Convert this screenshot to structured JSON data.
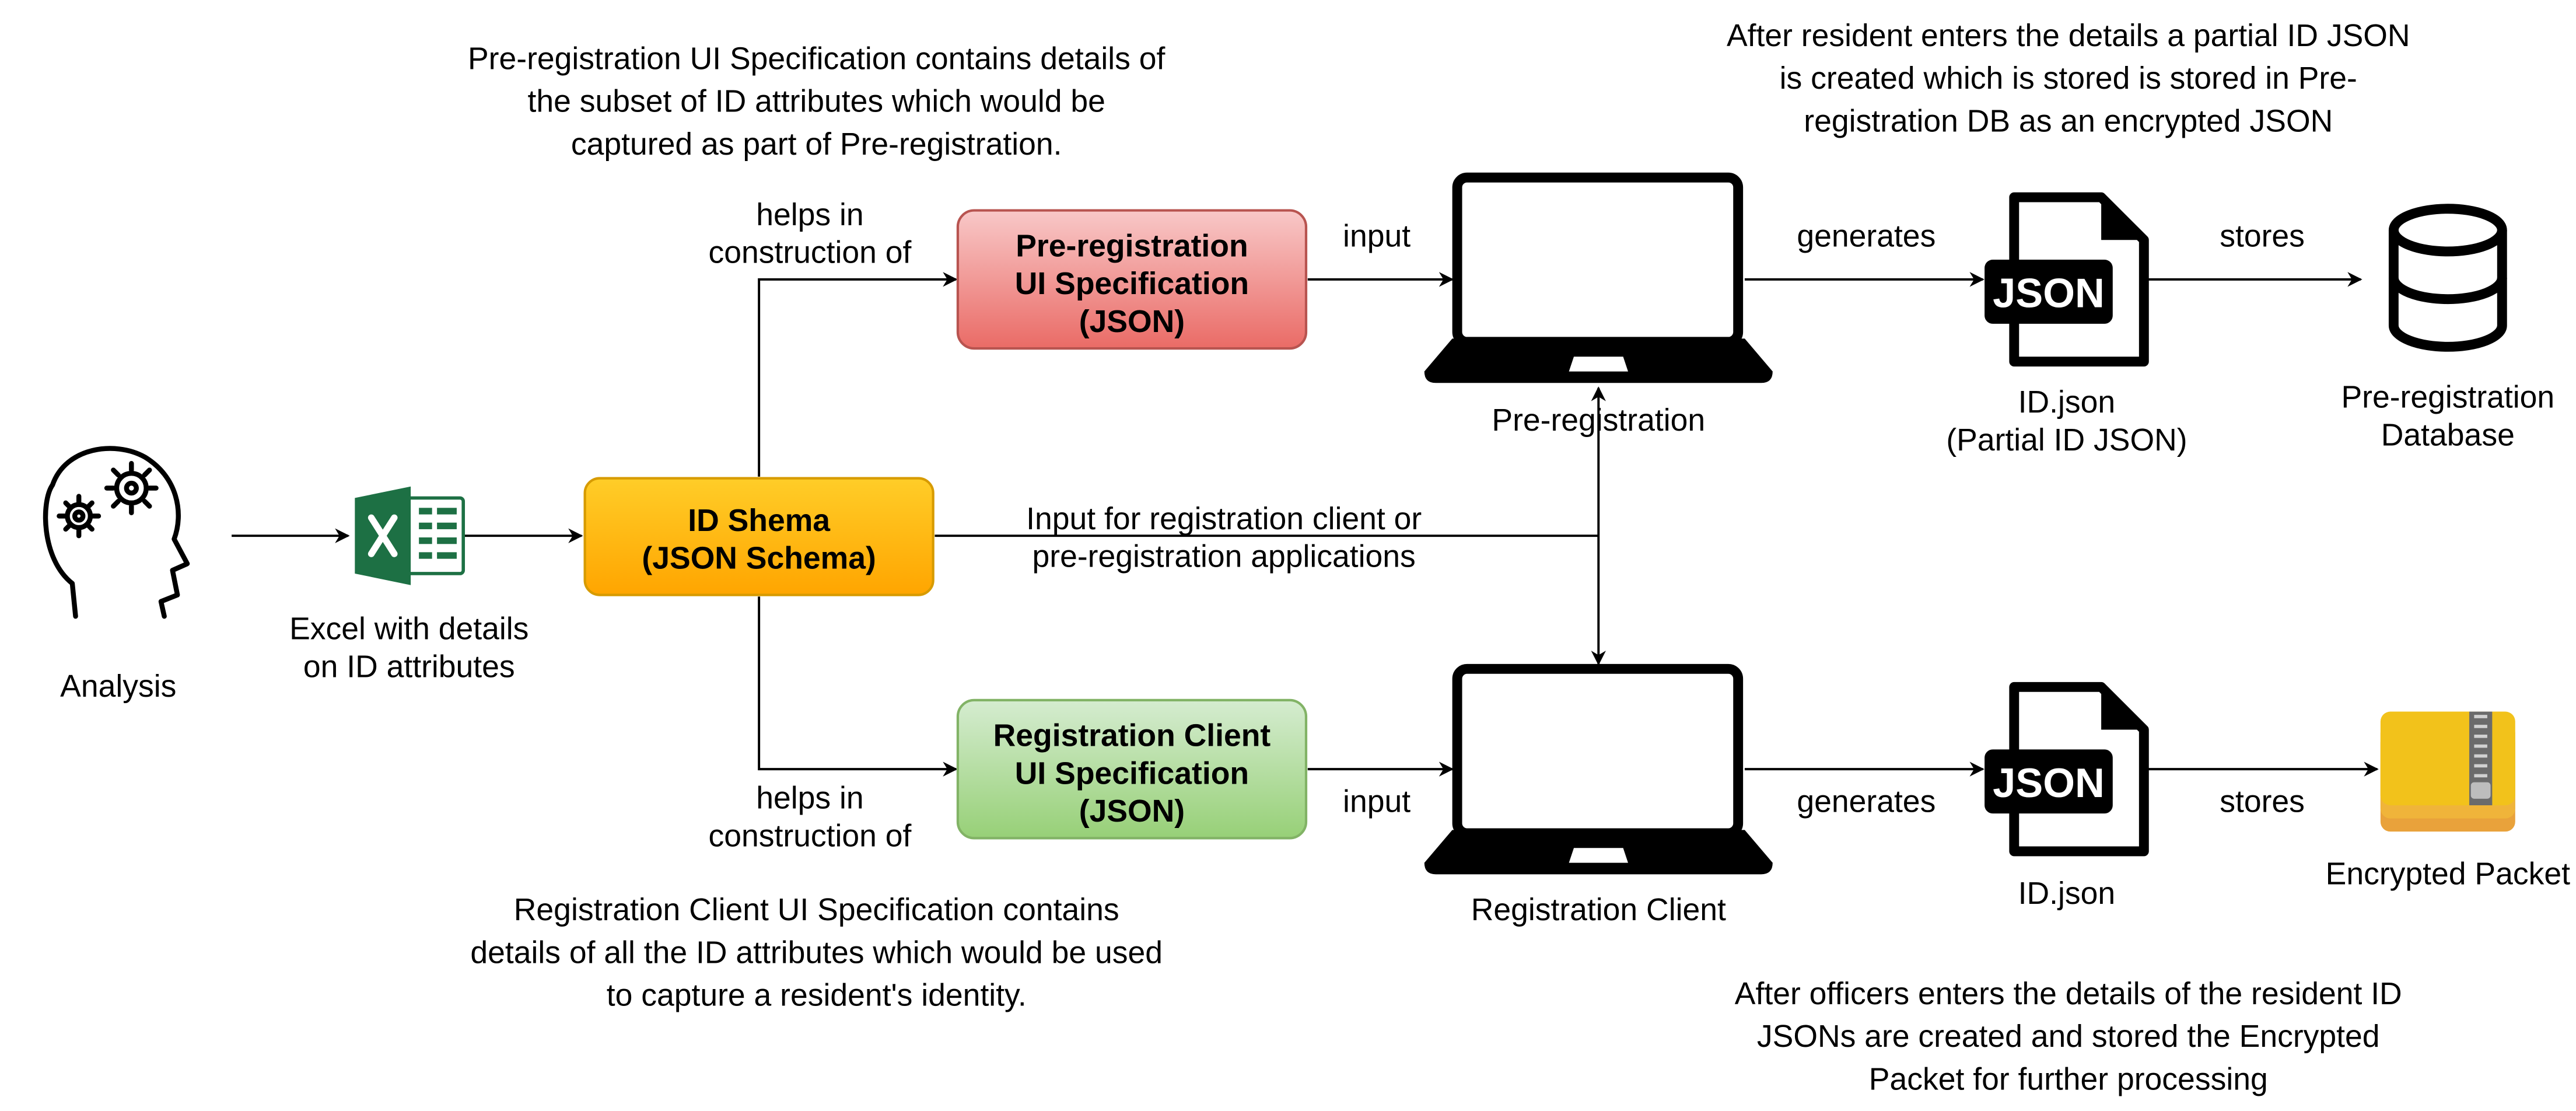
{
  "nodes": {
    "analysis": {
      "label": "Analysis"
    },
    "excel": {
      "label_line1": "Excel with details",
      "label_line2": "on ID attributes"
    },
    "id_schema": {
      "line1": "ID Shema",
      "line2": "(JSON Schema)"
    },
    "prereg_spec": {
      "line1": "Pre-registration",
      "line2": "UI Specification",
      "line3": "(JSON)"
    },
    "regclient_spec": {
      "line1": "Registration Client",
      "line2": "UI Specification",
      "line3": "(JSON)"
    },
    "prereg_laptop": {
      "label": "Pre-registration"
    },
    "regclient_laptop": {
      "label": "Registration Client"
    },
    "prereg_json": {
      "icon_text": "JSON",
      "label_line1": "ID.json",
      "label_line2": "(Partial ID JSON)"
    },
    "reg_json": {
      "icon_text": "JSON",
      "label": "ID.json"
    },
    "prereg_db": {
      "label_line1": "Pre-registration",
      "label_line2": "Database"
    },
    "packet": {
      "label": "Encrypted Packet"
    }
  },
  "edges": {
    "helps_top_line1": "helps in",
    "helps_top_line2": "construction of",
    "helps_bottom_line1": "helps in",
    "helps_bottom_line2": "construction of",
    "input_top": "input",
    "input_bottom": "input",
    "generates_top": "generates",
    "generates_bottom": "generates",
    "stores_top": "stores",
    "stores_bottom": "stores",
    "schema_input_line1": "Input for registration client or",
    "schema_input_line2": "pre-registration applications"
  },
  "notes": {
    "prereg_note": [
      "Pre-registration UI Specification contains details of",
      "the subset of ID attributes which would be",
      "captured as part of Pre-registration."
    ],
    "reg_note": [
      "Registration Client UI Specification contains",
      "details of all the ID attributes which would be used",
      "to capture a resident's identity."
    ],
    "partial_note": [
      "After resident enters the details a partial ID JSON",
      "is created which is stored is stored in Pre-",
      "registration DB as an encrypted JSON"
    ],
    "officer_note": [
      "After officers enters the details of the resident ID",
      "JSONs are created and stored the Encrypted",
      "Packet for further processing"
    ]
  },
  "colors": {
    "schema_fill_top": "#ffcd28",
    "schema_fill_bottom": "#ffa500",
    "schema_stroke": "#d79b00",
    "prereg_fill_top": "#f8c8c8",
    "prereg_fill_bottom": "#ea6b66",
    "prereg_stroke": "#b85450",
    "reg_fill_top": "#d5ecd0",
    "reg_fill_bottom": "#97d077",
    "reg_stroke": "#82b366",
    "excel_green": "#1d7044",
    "packet_yellow": "#f2c21b",
    "packet_orange": "#e9a23b"
  }
}
